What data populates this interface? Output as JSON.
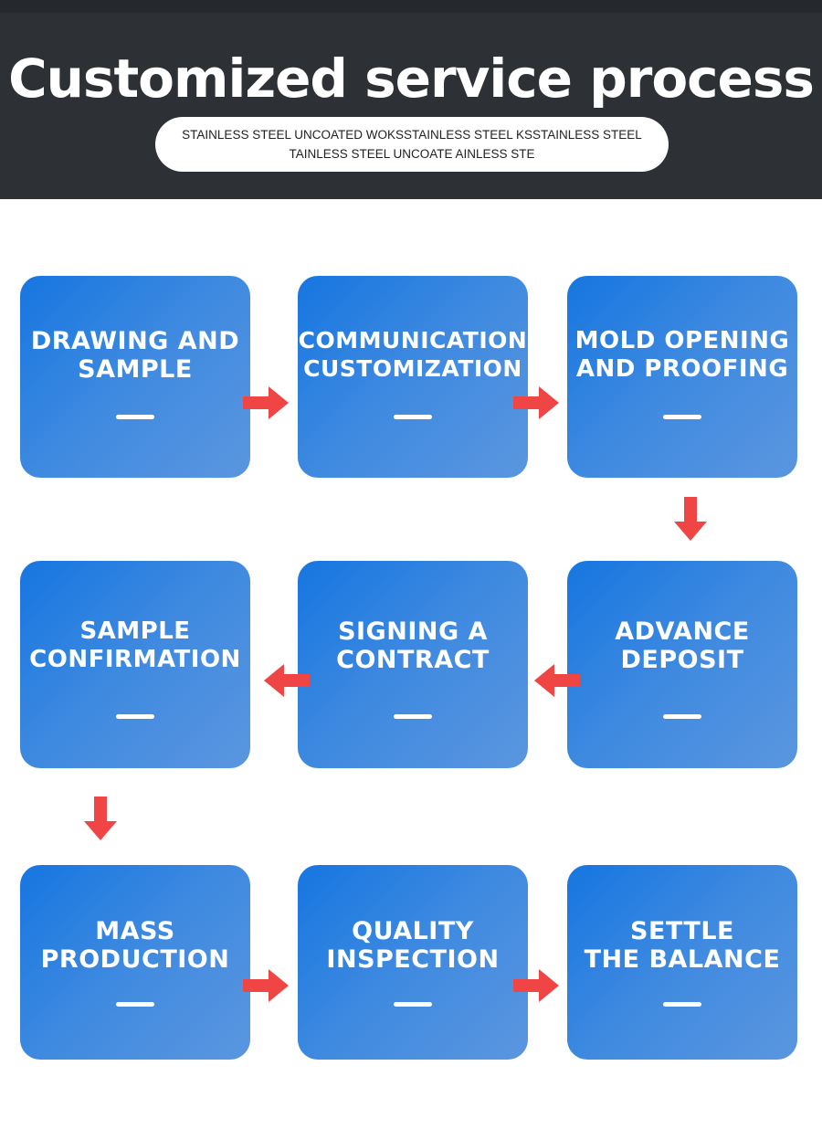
{
  "header": {
    "title": "Customized service process",
    "subtitle_lines": [
      "STAINLESS STEEL UNCOATED WOKSSTAINLESS STEEL KSSTAINLESS STEEL",
      "TAINLESS STEEL UNCOATE AINLESS STE"
    ]
  },
  "steps": [
    {
      "lines": [
        "DRAWING AND",
        "SAMPLE"
      ]
    },
    {
      "lines": [
        "COMMUNICATION",
        "CUSTOMIZATION"
      ]
    },
    {
      "lines": [
        "MOLD OPENING",
        "AND PROOFING"
      ]
    },
    {
      "lines": [
        "ADVANCE",
        "DEPOSIT"
      ]
    },
    {
      "lines": [
        "SIGNING A",
        "CONTRACT"
      ]
    },
    {
      "lines": [
        "SAMPLE",
        "CONFIRMATION"
      ]
    },
    {
      "lines": [
        "MASS",
        "PRODUCTION"
      ]
    },
    {
      "lines": [
        "QUALITY",
        "INSPECTION"
      ]
    },
    {
      "lines": [
        "SETTLE",
        "THE BALANCE"
      ]
    }
  ],
  "colors": {
    "header_bg": "#2d3035",
    "card_start": "#1676e0",
    "card_end": "#5b96df",
    "arrow": "#f04545"
  }
}
